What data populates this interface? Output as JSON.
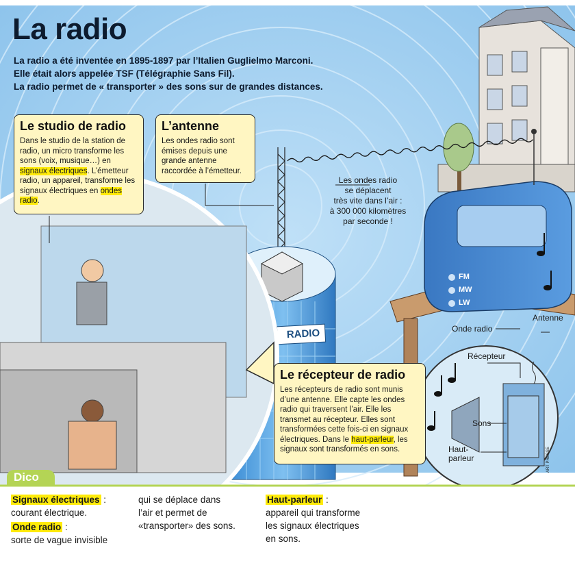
{
  "title": "La radio",
  "intro": [
    "La radio a été inventée en 1895-1897 par l’Italien Guglielmo Marconi.",
    "Elle était alors appelée TSF (Télégraphie Sans Fil).",
    "La radio permet de « transporter » des sons sur de grandes distances."
  ],
  "studio": {
    "title": "Le studio de radio",
    "text_1": "Dans le studio de la station de radio, un micro transforme les sons (voix, musique…) en ",
    "highlight_1": "signaux électriques",
    "text_2": ". L’émetteur radio, un appareil, transforme les signaux électriques en ",
    "highlight_2": "ondes radio",
    "text_3": "."
  },
  "antenne": {
    "title": "L’antenne",
    "text": "Les ondes radio sont émises depuis une grande antenne raccordée à l’émetteur."
  },
  "waves_note": [
    "Les ondes radio",
    "se déplacent",
    "très vite dans l’air :",
    "à 300 000 kilomètres",
    "par seconde !"
  ],
  "tower_sign": "RADIO",
  "radio_buttons": [
    "FM",
    "MW",
    "LW"
  ],
  "recepteur": {
    "title": "Le récepteur de radio",
    "text_1": "Les récepteurs de radio sont munis d’une antenne. Elle capte les ondes radio qui traversent l’air. Elle les transmet au récepteur. Elles sont transformées cette fois-ci en signaux électriques. Dans le ",
    "highlight": "haut-parleur",
    "text_2": ", les signaux sont transformés en sons."
  },
  "labels": {
    "onde_radio": "Onde radio",
    "antenne": "Antenne",
    "recepteur": "Récepteur",
    "sons": "Sons",
    "haut_parleur_1": "Haut-",
    "haut_parleur_2": "parleur",
    "credit": "ART PRESSE"
  },
  "dico": {
    "tab": "Dico",
    "entries": [
      {
        "term": "Signaux électriques",
        "definition": "courant électrique."
      },
      {
        "term": "Onde radio",
        "definition": "sorte de vague invisible qui se déplace dans l’air et permet de «transporter» des sons."
      },
      {
        "term": "Haut-parleur",
        "definition": "appareil qui transforme les signaux électriques en sons."
      }
    ],
    "col1_line": "sorte de vague invisible",
    "col2_lines": [
      "qui se déplace dans",
      "l’air et permet de",
      "«transporter» des sons."
    ],
    "col3_lines": [
      "appareil qui transforme",
      "les signaux électriques",
      "en sons."
    ]
  },
  "colors": {
    "sky": "#a9d3f1",
    "highlight": "#ffeb0a",
    "box": "#fff6c2",
    "dico": "#b4d455",
    "radio_body": "#3d7ec7"
  }
}
